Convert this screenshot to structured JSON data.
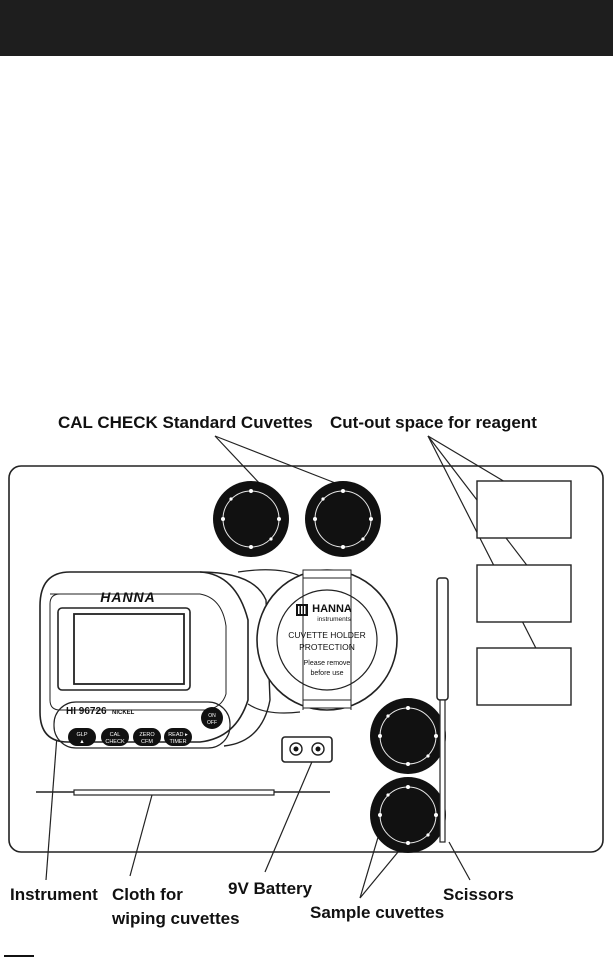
{
  "labels": {
    "cal_check_cuvettes": "CAL CHECK Standard Cuvettes",
    "cutout_reagent": "Cut-out space for reagent",
    "instrument": "Instrument",
    "cloth_line1": "Cloth for",
    "cloth_line2": "wiping cuvettes",
    "battery": "9V Battery",
    "sample_cuvettes": "Sample cuvettes",
    "scissors": "Scissors"
  },
  "instrument": {
    "brand": "HANNA",
    "model": "HI 96726",
    "parameter": "NICKEL",
    "buttons": [
      {
        "top": "GLP",
        "bottom": "▲"
      },
      {
        "top": "CAL",
        "bottom": "CHECK"
      },
      {
        "top": "ZERO",
        "bottom": "CFM"
      },
      {
        "top": "READ ▸",
        "bottom": "TIMER"
      }
    ],
    "power_button": {
      "top": "ON",
      "bottom": "OFF"
    }
  },
  "cuvette_holder": {
    "brand_line1": "HANNA",
    "brand_line2": "instruments",
    "title_line1": "CUVETTE HOLDER",
    "title_line2": "PROTECTION",
    "note_line1": "Please remove",
    "note_line2": "before use"
  }
}
